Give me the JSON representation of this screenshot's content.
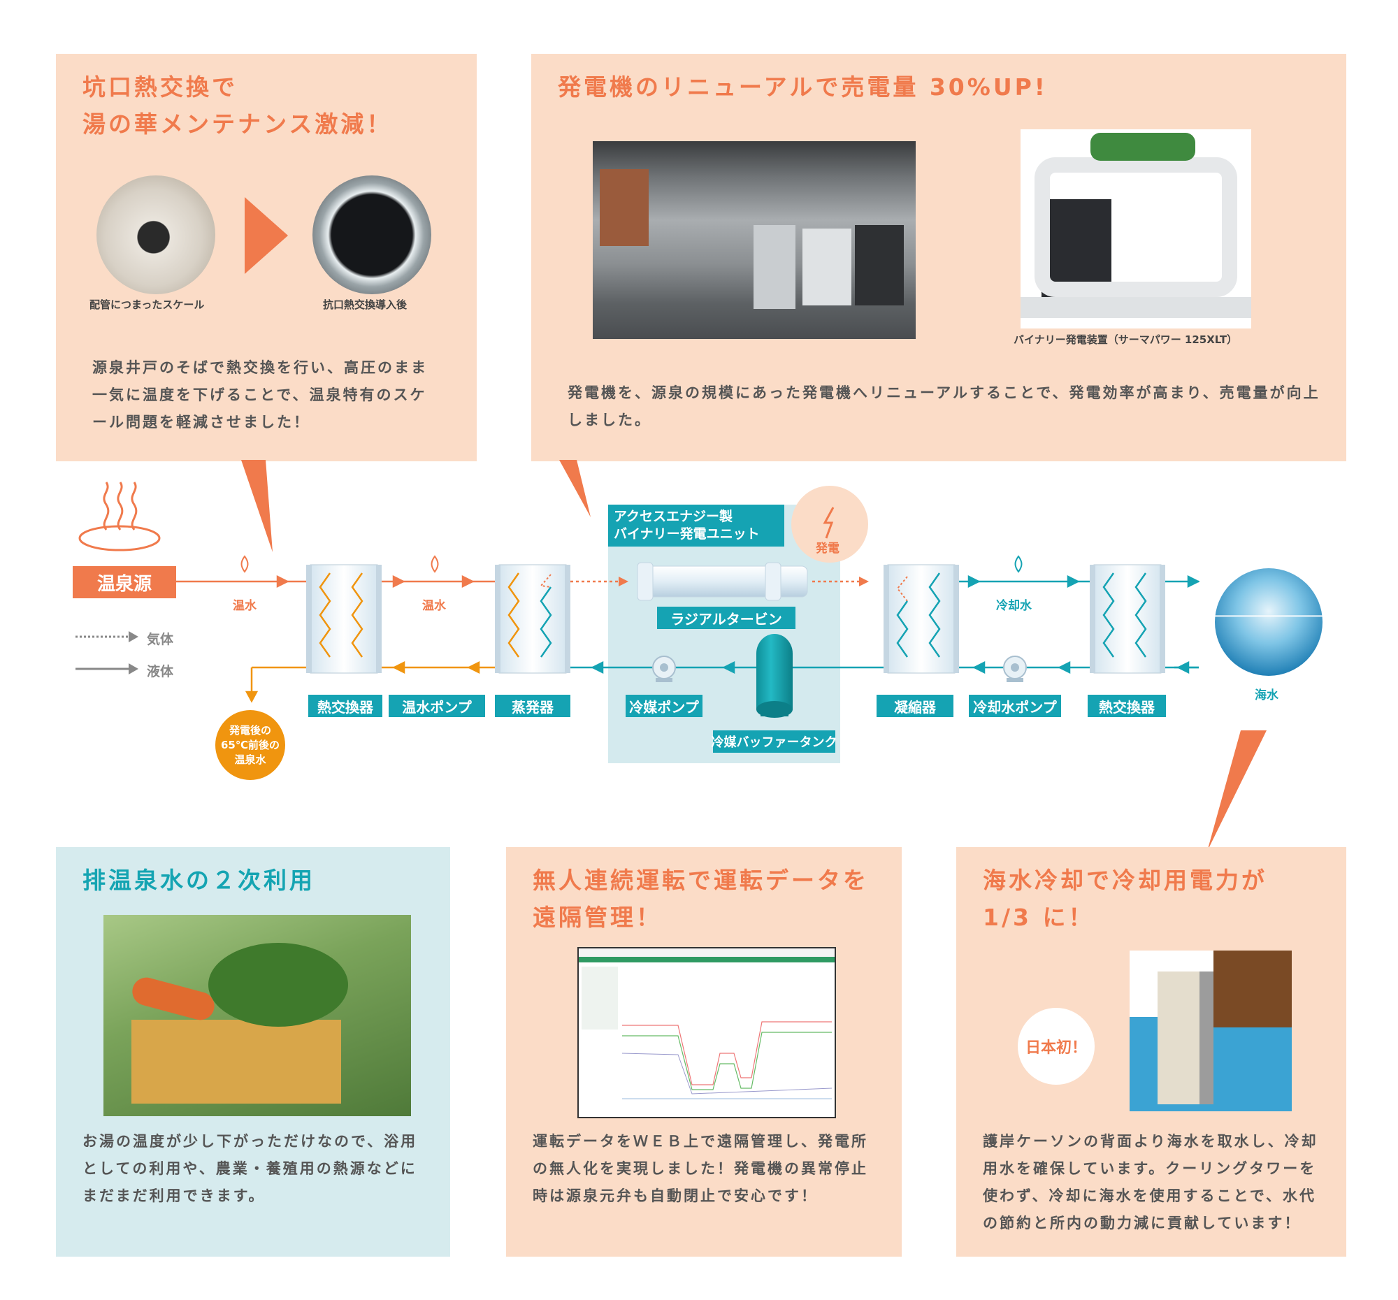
{
  "panels": {
    "p1": {
      "title_line1": "坑口熱交換で",
      "title_line2": "湯の華メンテナンス激減！",
      "caption_left": "配管につまったスケール",
      "caption_right": "抗口熱交換導入後",
      "body": "源泉井戸のそばで熱交換を行い、高圧のまま一気に温度を下げることで、温泉特有のスケール問題を軽減させました！"
    },
    "p2": {
      "title": "発電機のリニューアルで売電量 30%UP!",
      "caption": "バイナリー発電装置（サーマパワー 125XLT）",
      "body": "発電機を、源泉の規模にあった発電機へリニューアルすることで、発電効率が高まり、売電量が向上しました。"
    },
    "p3": {
      "title": "排温泉水の２次利用",
      "body": "お湯の温度が少し下がっただけなので、浴用としての利用や、農業・養殖用の熱源などにまだまだ利用できます。"
    },
    "p4": {
      "title_line1": "無人連続運転で運転データを",
      "title_line2": "遠隔管理！",
      "body": "運転データをＷＥＢ上で遠隔管理し、発電所の無人化を実現しました！発電機の異常停止時は源泉元弁も自動閉止で安心です！"
    },
    "p5": {
      "title_line1": "海水冷却で冷却用電力が",
      "title_line2": "1/3 に！",
      "badge": "日本初！",
      "body": "護岸ケーソンの背面より海水を取水し、冷却用水を確保しています。クーリングタワーを使わず、冷却に海水を使用することで、水代の節約と所内の動力減に貢献しています！"
    }
  },
  "diagram": {
    "source_label": "温泉源",
    "legend_gas": "気体",
    "legend_liquid": "液体",
    "hot_water_1": "温水",
    "hot_water_2": "温水",
    "cooling_water": "冷却水",
    "seawater": "海水",
    "unit_line1": "アクセスエナジー製",
    "unit_line2": "バイナリー発電ユニット",
    "power": "発電",
    "turbine": "ラジアルタービン",
    "buffer_tank": "冷媒バッファータンク",
    "refrigerant_pump": "冷媒ポンプ",
    "heat_exchanger_1": "熱交換器",
    "hot_water_pump": "温水ポンプ",
    "evaporator": "蒸発器",
    "condenser": "凝縮器",
    "cooling_water_pump": "冷却水ポンプ",
    "heat_exchanger_2": "熱交換器",
    "after_line1": "発電後の",
    "after_line2": "65℃前後の",
    "after_line3": "温泉水",
    "colors": {
      "orange": "#f07a4c",
      "amber": "#f0950f",
      "teal": "#15a3b3",
      "panel": "#fbdcc7",
      "panel_teal": "#d6ebee"
    }
  }
}
